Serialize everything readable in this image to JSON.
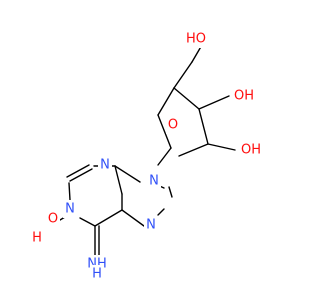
{
  "molecule": {
    "atoms": {
      "o_ch2oh": {
        "text": "HO",
        "color": "#ff0d0d"
      },
      "o_c3": {
        "text": "OH",
        "color": "#ff0d0d"
      },
      "o_c2": {
        "text": "OH",
        "color": "#ff0d0d"
      },
      "o_ring": {
        "text": "O",
        "color": "#ff0d0d"
      },
      "n9": {
        "text": "N",
        "color": "#3050f8"
      },
      "n3": {
        "text": "N",
        "color": "#3050f8"
      },
      "n1": {
        "text": "N",
        "color": "#3050f8"
      },
      "n7": {
        "text": "N",
        "color": "#3050f8"
      },
      "o_n1": {
        "text": "O",
        "color": "#ff0d0d"
      },
      "h_on1": {
        "text": "H",
        "color": "#ff0d0d"
      },
      "nh": {
        "text": "NH",
        "color": "#3050f8"
      },
      "h_nh": {
        "text": "H",
        "color": "#3050f8"
      }
    }
  }
}
